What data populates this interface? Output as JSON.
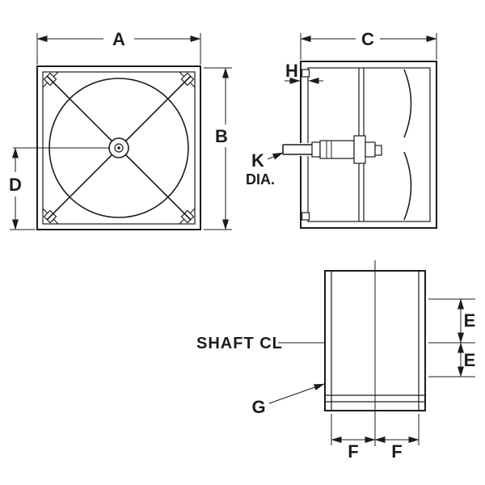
{
  "diagram": {
    "colors": {
      "background": "#ffffff",
      "line": "#1c1c1c"
    },
    "front_view": {
      "dim_a": "A",
      "dim_b": "B",
      "dim_d": "D"
    },
    "side_view": {
      "dim_c": "C",
      "dim_h": "H",
      "dim_k": "K",
      "dia_label": "DIA."
    },
    "bottom_view": {
      "shaft_centerline_label": "SHAFT CL",
      "dim_e_upper": "E",
      "dim_e_lower": "E",
      "dim_f_left": "F",
      "dim_f_right": "F",
      "dim_g": "G"
    }
  }
}
